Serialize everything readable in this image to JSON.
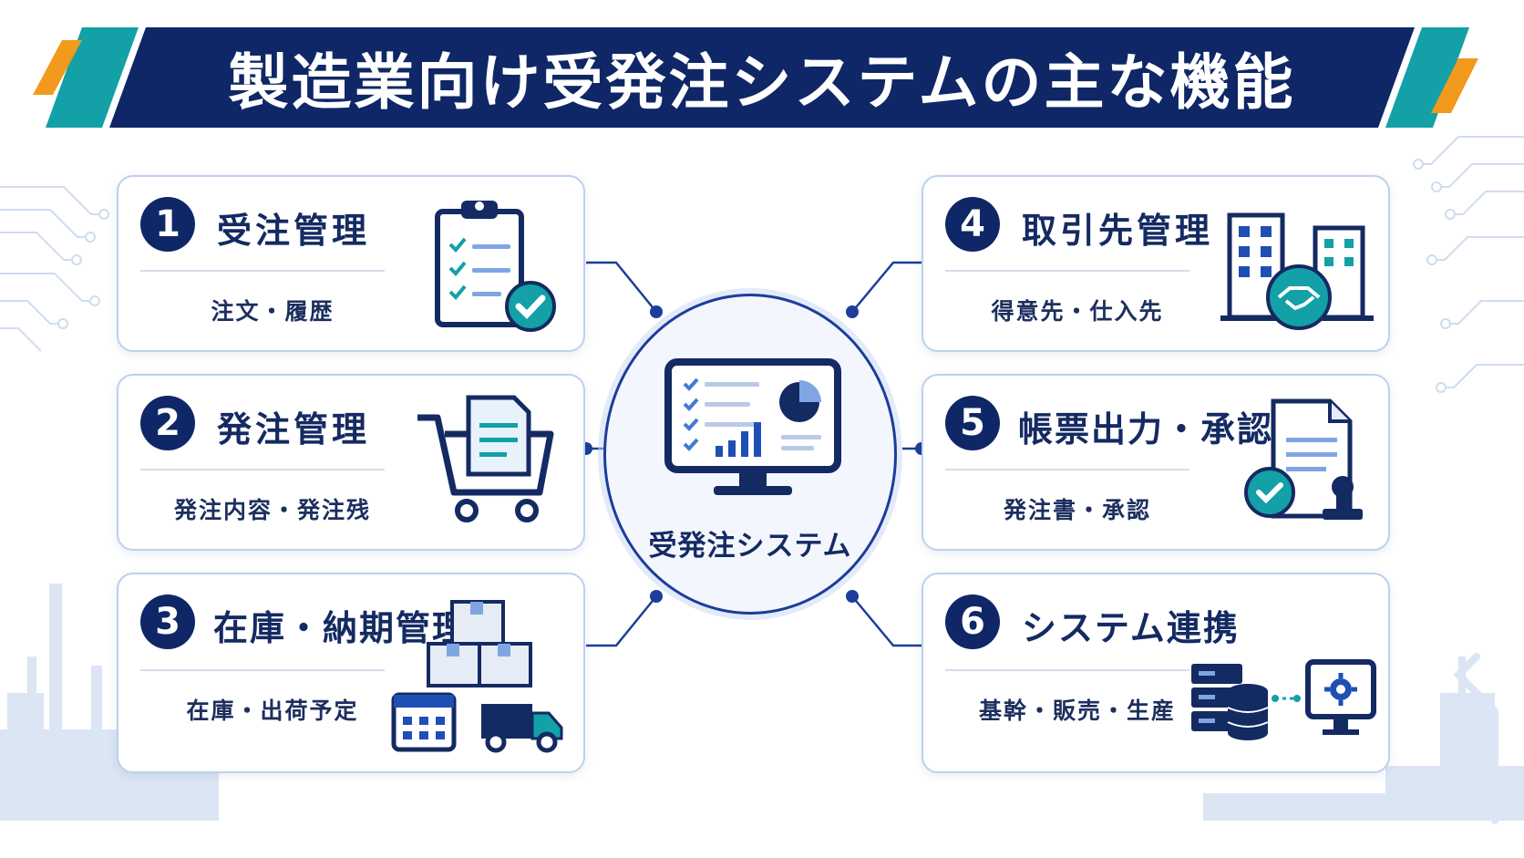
{
  "title": "製造業向け受発注システムの主な機能",
  "hub": {
    "label": "受発注システム"
  },
  "cards": [
    {
      "number": "1",
      "title": "受注管理",
      "subtitle": "注文・履歴"
    },
    {
      "number": "2",
      "title": "発注管理",
      "subtitle": "発注内容・発注残"
    },
    {
      "number": "3",
      "title": "在庫・納期管理",
      "subtitle": "在庫・出荷予定"
    },
    {
      "number": "4",
      "title": "取引先管理",
      "subtitle": "得意先・仕入先"
    },
    {
      "number": "5",
      "title": "帳票出力・承認",
      "subtitle": "発注書・承認"
    },
    {
      "number": "6",
      "title": "システム連携",
      "subtitle": "基幹・販売・生産"
    }
  ],
  "icons": [
    "clipboard-check-icon",
    "shopping-cart-document-icon",
    "boxes-calendar-truck-icon",
    "buildings-handshake-icon",
    "document-stamp-icon",
    "server-database-monitor-icon",
    "monitor-dashboard-icon"
  ],
  "colors": {
    "navy": "#0f2766",
    "teal": "#13a0a6",
    "orange": "#f29a1e",
    "blue": "#1c3d9a",
    "card_border": "#bcd0ee"
  }
}
